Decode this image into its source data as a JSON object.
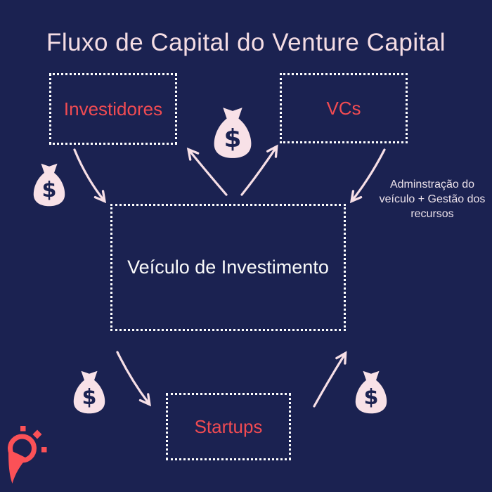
{
  "title": "Fluxo de Capital do Venture Capital",
  "nodes": {
    "investidores": {
      "label": "Investidores"
    },
    "vcs": {
      "label": "VCs"
    },
    "veiculo": {
      "label": "Veículo de Investimento"
    },
    "startups": {
      "label": "Startups"
    }
  },
  "annotation": {
    "lines": {
      "0": "Adminstração do",
      "1": "veículo + Gestão dos",
      "2": "recursos"
    }
  },
  "icons": {
    "money_bag_name": "money-bag-icon",
    "money_bag_symbol": "$",
    "logo_name": "brand-logo"
  },
  "edges": [
    {
      "from": "Investidores",
      "to": "Veículo de Investimento"
    },
    {
      "from": "Veículo de Investimento",
      "to": "Investidores"
    },
    {
      "from": "Veículo de Investimento",
      "to": "VCs"
    },
    {
      "from": "VCs",
      "to": "Veículo de Investimento"
    },
    {
      "from": "Veículo de Investimento",
      "to": "Startups"
    },
    {
      "from": "Startups",
      "to": "Veículo de Investimento"
    }
  ],
  "colors": {
    "background": "#1b2251",
    "accent_red": "#f14b52",
    "light_pink": "#f7dfe6",
    "dash_white": "#ffffff",
    "logo_coral": "#fb5157"
  }
}
